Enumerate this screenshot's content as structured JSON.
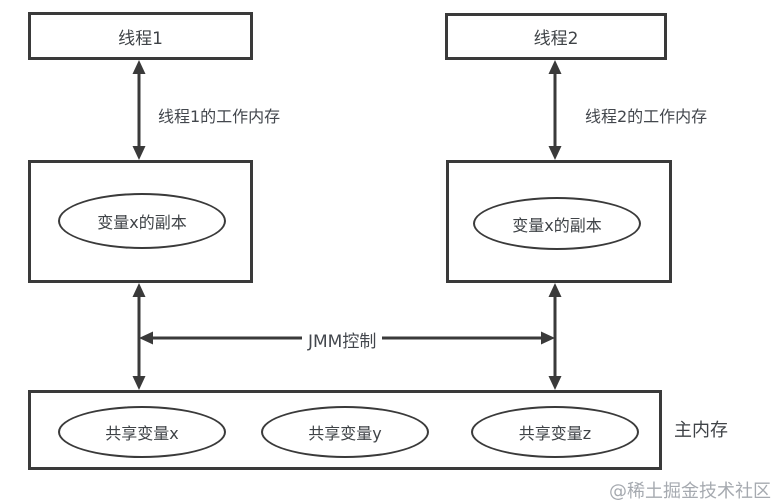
{
  "nodes": {
    "thread1": "线程1",
    "thread2": "线程2",
    "workmem1_copy": "变量x的副本",
    "workmem2_copy": "变量x的副本",
    "main_memory_label": "主内存",
    "shared_vars": [
      "共享变量x",
      "共享变量y",
      "共享变量z"
    ]
  },
  "edges": {
    "thread1_workmem": "线程1的工作内存",
    "thread2_workmem": "线程2的工作内存",
    "jmm_control": "JMM控制"
  },
  "watermark": "@稀土掘金技术社区",
  "colors": {
    "line": "#3a3a3a",
    "text": "#3f4347",
    "background": "#ffffff",
    "watermark": "#a6aab0"
  }
}
